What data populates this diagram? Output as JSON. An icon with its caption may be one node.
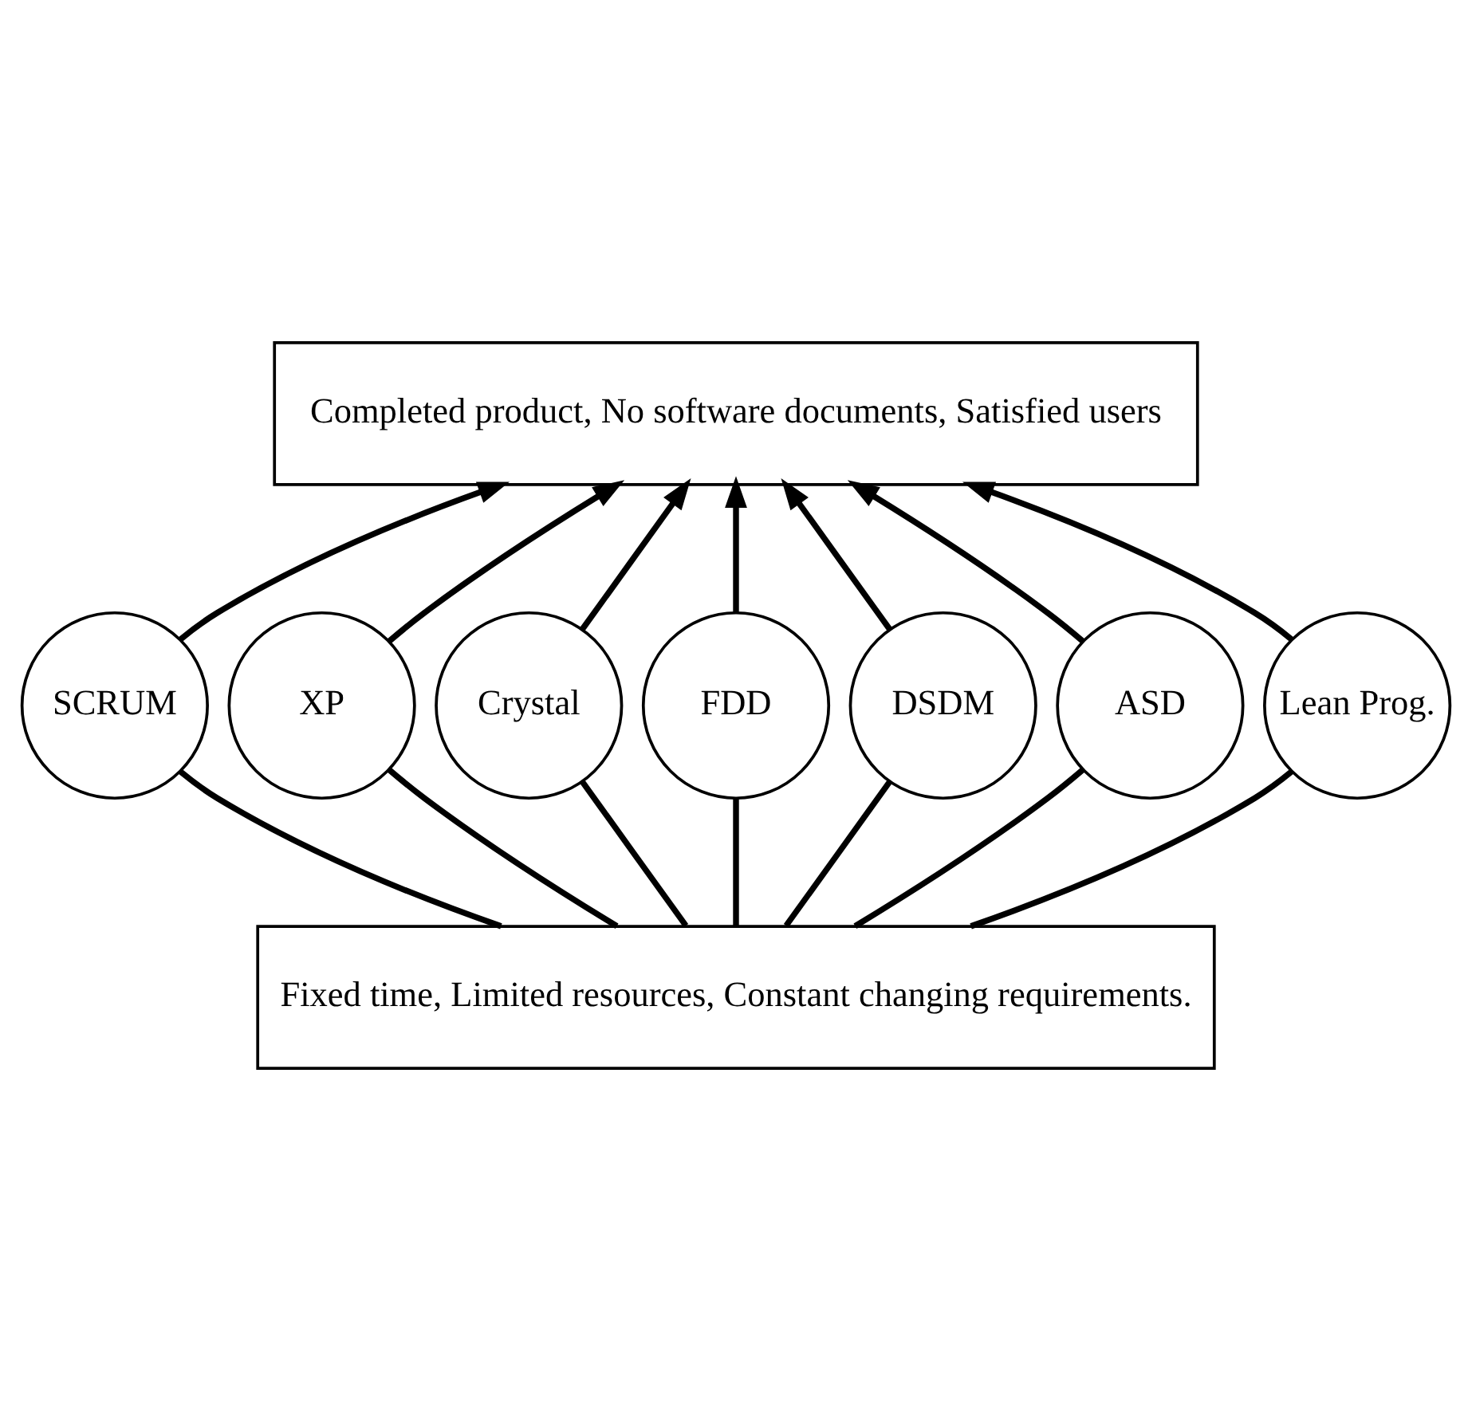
{
  "diagram": {
    "nodes": [
      {
        "text": [
          "Completed product, No software documents, Satisfied users"
        ]
      },
      {
        "text": [
          "SCRUM"
        ]
      },
      {
        "text": [
          "XP"
        ]
      },
      {
        "text": [
          "Crystal"
        ]
      },
      {
        "text": [
          "FDD"
        ]
      },
      {
        "text": [
          "DSDM"
        ]
      },
      {
        "text": [
          "ASD"
        ]
      },
      {
        "text": [
          "Lean Prog."
        ]
      },
      {
        "text": [
          "Fixed time, Limited resources, Constant changing requirements."
        ]
      }
    ],
    "edges": [
      {
        "from": 8,
        "to": 1,
        "arrow": "none"
      },
      {
        "from": 8,
        "to": 2,
        "arrow": "none"
      },
      {
        "from": 8,
        "to": 3,
        "arrow": "none"
      },
      {
        "from": 8,
        "to": 4,
        "arrow": "none"
      },
      {
        "from": 8,
        "to": 5,
        "arrow": "none"
      },
      {
        "from": 8,
        "to": 6,
        "arrow": "none"
      },
      {
        "from": 8,
        "to": 7,
        "arrow": "none"
      },
      {
        "from": 1,
        "to": 0,
        "arrow": "to"
      },
      {
        "from": 2,
        "to": 0,
        "arrow": "to"
      },
      {
        "from": 3,
        "to": 0,
        "arrow": "to"
      },
      {
        "from": 4,
        "to": 0,
        "arrow": "to"
      },
      {
        "from": 5,
        "to": 0,
        "arrow": "to"
      },
      {
        "from": 6,
        "to": 0,
        "arrow": "to"
      },
      {
        "from": 7,
        "to": 0,
        "arrow": "to"
      }
    ]
  }
}
